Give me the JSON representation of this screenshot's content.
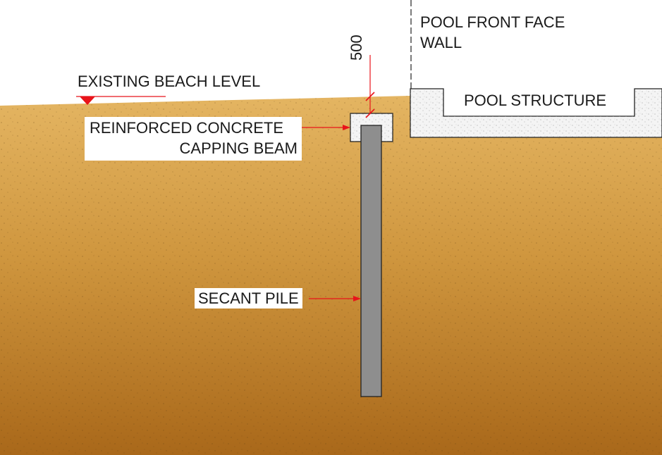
{
  "labels": {
    "pool_front_face_line1": "POOL FRONT FACE",
    "pool_front_face_line2": "WALL",
    "pool_structure": "POOL STRUCTURE",
    "existing_beach_level": "EXISTING BEACH LEVEL",
    "dimension_500": "500",
    "capping_beam_line1": "REINFORCED CONCRETE",
    "capping_beam_line2": "CAPPING BEAM",
    "secant_pile": "SECANT PILE"
  },
  "colors": {
    "sand_light": "#e2b15c",
    "sand_mid": "#c98d33",
    "sand_dark": "#a86516",
    "concrete": "#f4f4f4",
    "pile": "#8e8e8e",
    "leader": "#e8141a",
    "line": "#222222"
  }
}
